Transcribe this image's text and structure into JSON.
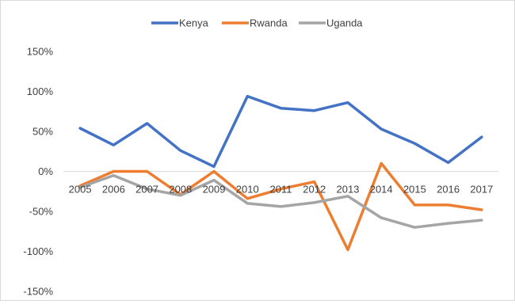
{
  "chart_data": {
    "type": "line",
    "title": "",
    "xlabel": "",
    "ylabel": "",
    "ylim": [
      -150,
      150
    ],
    "y_tick_values": [
      -150,
      -100,
      -50,
      0,
      50,
      100,
      150
    ],
    "y_tick_labels": [
      "-150%",
      "-100%",
      "-50%",
      "0%",
      "50%",
      "100%",
      "150%"
    ],
    "y_unit": "%",
    "grid": false,
    "legend_position": "top-center",
    "categories": [
      "2005",
      "2006",
      "2007",
      "2008",
      "2009",
      "2010",
      "2011",
      "2012",
      "2013",
      "2014",
      "2015",
      "2016",
      "2017"
    ],
    "series": [
      {
        "name": "Kenya",
        "color": "#4472c4",
        "values": [
          54,
          33,
          60,
          26,
          6,
          94,
          79,
          76,
          86,
          53,
          35,
          11,
          43
        ]
      },
      {
        "name": "Rwanda",
        "color": "#ed7d31",
        "values": [
          -18,
          0,
          0,
          -29,
          0,
          -34,
          -22,
          -13,
          -98,
          10,
          -42,
          -42,
          -48
        ]
      },
      {
        "name": "Uganda",
        "color": "#a5a5a5",
        "values": [
          -20,
          -5,
          -22,
          -30,
          -11,
          -40,
          -44,
          -39,
          -31,
          -58,
          -70,
          -65,
          -61
        ]
      }
    ]
  }
}
